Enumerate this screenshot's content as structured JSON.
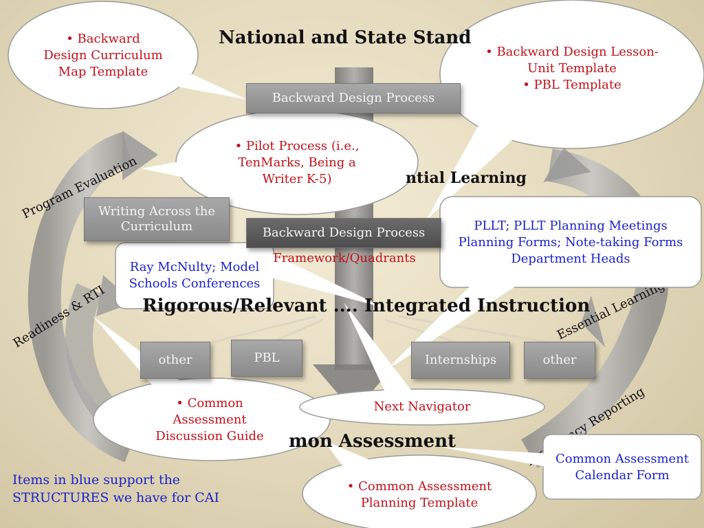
{
  "headings": {
    "standards": "National and State Stand",
    "essential": "ntial Learning",
    "rigorous": "Rigorous/Relevant .... Integrated Instruction",
    "common": "mon Assessment"
  },
  "boxes": {
    "bd_top": "Backward Design Process",
    "writing": "Writing Across the Curriculum",
    "bd_mid": "Backward Design Process",
    "other_left": "other",
    "pbl": "PBL",
    "internships": "Internships",
    "other_right": "other"
  },
  "framework_text": "Framework/Quadrants",
  "cycle_labels": {
    "program_evaluation": "Program Evaluation",
    "readiness": "Readiness & RTI",
    "essential_learning": "Essential Learning",
    "proficiency": "Proficiency Reporting"
  },
  "callouts": {
    "curriculum_map": "• Backward Design Curriculum Map Template",
    "lesson_unit_1": "• Backward Design Lesson-Unit Template",
    "lesson_unit_2": "• PBL Template",
    "pilot": "• Pilot Process (i.e., TenMarks, Being a Writer K-5)",
    "pllt_1": "PLLT; PLLT Planning Meetings",
    "pllt_2": "Planning Forms; Note-taking Forms",
    "pllt_3": "Department Heads",
    "mcnulty": "Ray McNulty; Model Schools Conferences",
    "discussion": "• Common Assessment Discussion Guide",
    "navigator": "Next Navigator",
    "planning": "• Common Assessment Planning Template",
    "calendar": "Common Assessment Calendar Form"
  },
  "footer_note": "Items in blue support the STRUCTURES we have for CAI",
  "colors": {
    "red_text": "#c0101a",
    "blue_text": "#1a22c8",
    "box_gray": "#999999",
    "box_dark": "#5a5a5a",
    "arrow_gray": "#9a9a9a"
  }
}
